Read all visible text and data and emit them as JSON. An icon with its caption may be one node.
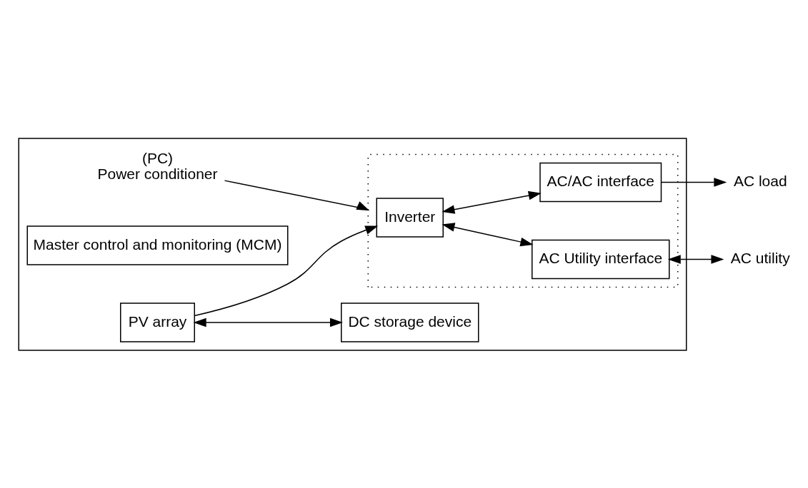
{
  "diagram": {
    "nodes": [
      {
        "text": [],
        "shape": "box"
      },
      {
        "text": [
          "(PC)",
          "Power conditioner"
        ],
        "in": 0
      },
      {
        "text": [
          "Master control and monitoring (MCM)"
        ],
        "in": 0
      },
      {
        "text": [],
        "shape": "box",
        "in": 0
      },
      {
        "text": [
          "PV array"
        ],
        "in": 0
      },
      {
        "text": [
          "Inverter"
        ],
        "in": 3
      },
      {
        "text": [
          "AC/AC interface"
        ],
        "in": 3
      },
      {
        "text": [
          "AC Utility interface"
        ],
        "in": 3
      },
      {
        "text": [
          "DC storage device"
        ],
        "in": 0
      },
      {
        "text": [
          "AC load"
        ]
      },
      {
        "text": [
          "AC utility"
        ]
      }
    ],
    "edges": [
      {
        "from": 1,
        "to": 3,
        "arrow": "to"
      },
      {
        "from": 4,
        "to": 5,
        "arrow": "to"
      },
      {
        "from": 4,
        "to": 8,
        "arrow": "both"
      },
      {
        "from": 5,
        "to": 6,
        "arrow": "both"
      },
      {
        "from": 5,
        "to": 7,
        "arrow": "both"
      },
      {
        "from": 6,
        "to": 9,
        "arrow": "to"
      },
      {
        "from": 7,
        "to": 10,
        "arrow": "both"
      }
    ]
  }
}
